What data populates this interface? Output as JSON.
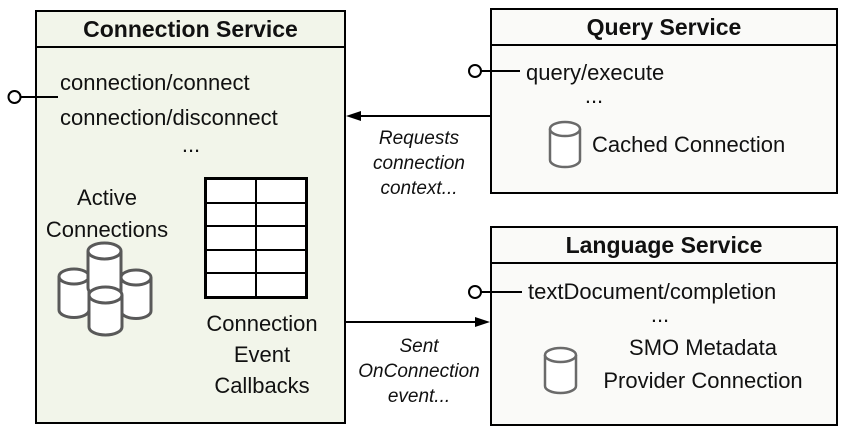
{
  "connection_service": {
    "title": "Connection Service",
    "method_1": "connection/connect",
    "method_2": "connection/disconnect",
    "ellipsis": "...",
    "active_line_1": "Active",
    "active_line_2": "Connections",
    "callbacks_line_1": "Connection",
    "callbacks_line_2": "Event",
    "callbacks_line_3": "Callbacks"
  },
  "query_service": {
    "title": "Query Service",
    "method_1": "query/execute",
    "ellipsis": "...",
    "cached_connection": "Cached Connection"
  },
  "language_service": {
    "title": "Language Service",
    "method_1": "textDocument/completion",
    "ellipsis": "...",
    "smo_line_1": "SMO Metadata",
    "smo_line_2": "Provider Connection"
  },
  "arrows": {
    "requests_line_1": "Requests",
    "requests_line_2": "connection",
    "requests_line_3": "context...",
    "sent_line_1": "Sent",
    "sent_line_2": "OnConnection",
    "sent_line_3": "event..."
  },
  "icons": {
    "port": "circle-port-icon",
    "database": "database-cylinder-icon",
    "database_cluster": "database-cluster-icon",
    "callbacks_grid": "callbacks-table-icon"
  },
  "colors": {
    "connection_box_fill": "#f2f5ea",
    "service_box_fill": "#fafaf8",
    "border": "#000000",
    "cylinder_stroke": "#595959"
  }
}
